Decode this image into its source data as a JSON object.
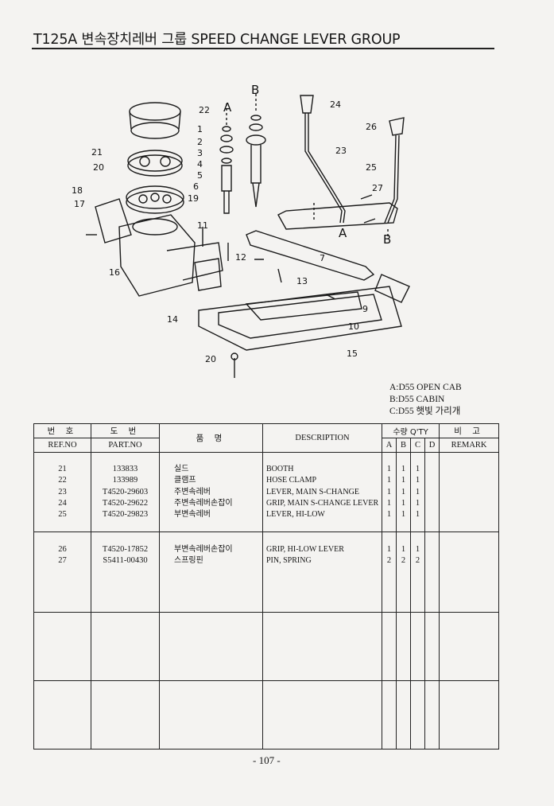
{
  "header": {
    "title": "T125A 변속장치레버 그룹 SPEED CHANGE LEVER GROUP"
  },
  "diagram": {
    "labels": [
      "1",
      "2",
      "3",
      "4",
      "5",
      "6",
      "7",
      "9",
      "10",
      "11",
      "12",
      "13",
      "14",
      "15",
      "16",
      "17",
      "18",
      "19",
      "20",
      "20",
      "21",
      "22",
      "23",
      "24",
      "25",
      "26",
      "27"
    ],
    "markers": [
      "A",
      "B",
      "A",
      "B"
    ]
  },
  "legend": {
    "a": "A:D55 OPEN CAB",
    "b": "B:D55 CABIN",
    "c": "C:D55 햇빛 가리개"
  },
  "table": {
    "headers": {
      "ref_ko": "번 호",
      "ref_en": "REF.NO",
      "part_ko": "도 번",
      "part_en": "PART.NO",
      "name_ko": "품 명",
      "desc": "DESCRIPTION",
      "qty": "수량 Q'TY",
      "qa": "A",
      "qb": "B",
      "qc": "C",
      "qd": "D",
      "remark_ko": "비 고",
      "remark_en": "REMARK"
    },
    "rows": [
      {
        "ref": "21",
        "part": "133833",
        "name": "실드",
        "desc": "BOOTH",
        "a": "1",
        "b": "1",
        "c": "1",
        "d": ""
      },
      {
        "ref": "22",
        "part": "133989",
        "name": "클램프",
        "desc": "HOSE CLAMP",
        "a": "1",
        "b": "1",
        "c": "1",
        "d": ""
      },
      {
        "ref": "23",
        "part": "T4520-29603",
        "name": "주변속레버",
        "desc": "LEVER, MAIN S-CHANGE",
        "a": "1",
        "b": "1",
        "c": "1",
        "d": ""
      },
      {
        "ref": "24",
        "part": "T4520-29622",
        "name": "주변속레버손잡이",
        "desc": "GRIP, MAIN S-CHANGE LEVER",
        "a": "1",
        "b": "1",
        "c": "1",
        "d": ""
      },
      {
        "ref": "25",
        "part": "T4520-29823",
        "name": "부변속레버",
        "desc": "LEVER, HI-LOW",
        "a": "1",
        "b": "1",
        "c": "1",
        "d": ""
      },
      {
        "ref": "26",
        "part": "T4520-17852",
        "name": "부변속레버손잡이",
        "desc": "GRIP, HI-LOW LEVER",
        "a": "1",
        "b": "1",
        "c": "1",
        "d": ""
      },
      {
        "ref": "27",
        "part": "S5411-00430",
        "name": "스프링핀",
        "desc": "PIN, SPRING",
        "a": "2",
        "b": "2",
        "c": "2",
        "d": ""
      }
    ]
  },
  "footer": {
    "page_number": "- 107 -"
  }
}
